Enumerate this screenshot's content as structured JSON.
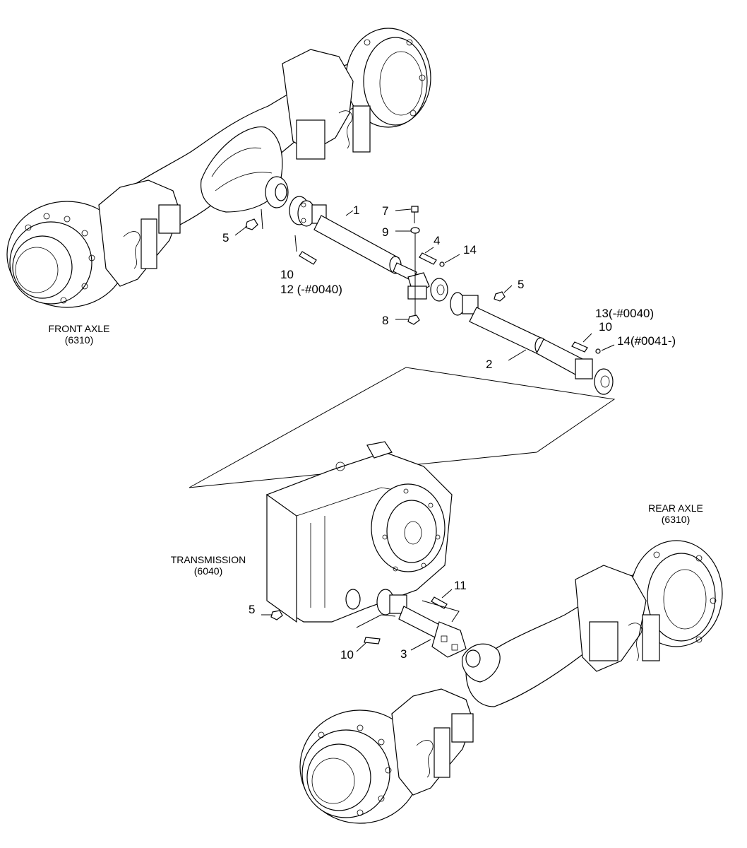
{
  "assemblies": {
    "front_axle": {
      "name": "FRONT AXLE",
      "code": "(6310)"
    },
    "rear_axle": {
      "name": "REAR AXLE",
      "code": "(6310)"
    },
    "transmission": {
      "name": "TRANSMISSION",
      "code": "(6040)"
    }
  },
  "callouts": {
    "c1": "1",
    "c2": "2",
    "c3": "3",
    "c4": "4",
    "c5_front": "5",
    "c5_mid": "5",
    "c5_trans": "5",
    "c7": "7",
    "c8": "8",
    "c9": "9",
    "c10_front": "10",
    "c10_rear": "10",
    "c10_trans": "10",
    "c11": "11",
    "c12": "12 (-#0040)",
    "c13": "13(-#0040)",
    "c14_mid": "14",
    "c14_rear": "14(#0041-)"
  }
}
